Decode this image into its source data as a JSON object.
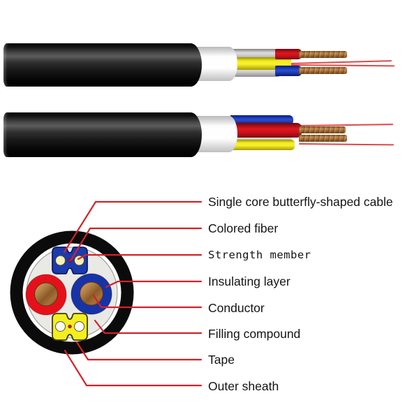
{
  "labels": [
    {
      "text": "Single core butterfly-shaped cable"
    },
    {
      "text": "Colored fiber"
    },
    {
      "text": "Strength member"
    },
    {
      "text": "Insulating layer"
    },
    {
      "text": "Conductor"
    },
    {
      "text": "Filling compound"
    },
    {
      "text": "Tape"
    },
    {
      "text": "Outer sheath"
    }
  ],
  "colors": {
    "leader_red": "#d42127",
    "label_text": "#141414",
    "sheath_black": "#0b0b0b",
    "tape_white": "#ffffff",
    "filling_gray": "#e9e9e6",
    "butterfly_blue": "#1b3aad",
    "butterfly_yellow": "#f3ef1d",
    "insulation_red": "#e6101b",
    "insulation_blue": "#1733a8",
    "copper": "#a9713a",
    "strength_cream": "#f4efb9",
    "fiber_red": "#e04848"
  }
}
